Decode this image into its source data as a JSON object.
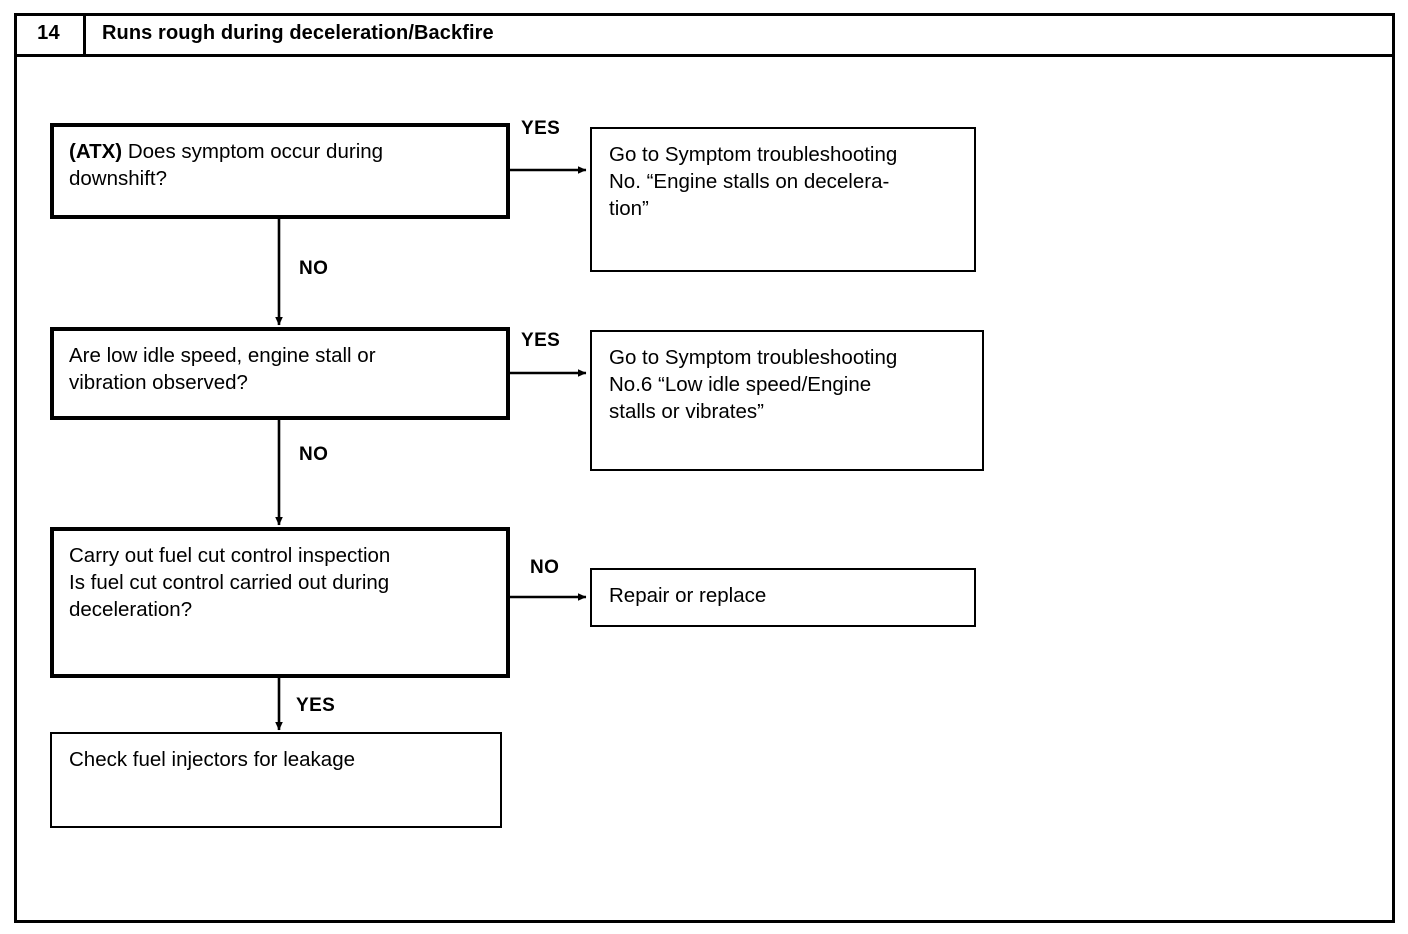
{
  "header": {
    "number": "14",
    "title": "Runs rough during deceleration/Backfire"
  },
  "flowchart": {
    "type": "decision-flowchart",
    "nodes": [
      {
        "id": "q1",
        "kind": "decision",
        "text_prefix_bold": "(ATX)",
        "text": "(ATX) Does symptom occur during downshift?",
        "text_plain": " Does symptom occur during\ndownshift?"
      },
      {
        "id": "r1",
        "kind": "action",
        "text": "Go to Symptom troubleshooting\nNo. “Engine stalls on decelera-\ntion”"
      },
      {
        "id": "q2",
        "kind": "decision",
        "text": "Are low idle speed, engine stall or\nvibration observed?"
      },
      {
        "id": "r2",
        "kind": "action",
        "text": "Go to Symptom troubleshooting\nNo.6 “Low idle speed/Engine\nstalls or vibrates”"
      },
      {
        "id": "q3",
        "kind": "decision",
        "text": "Carry out fuel cut control inspection\nIs fuel cut control carried out during\ndeceleration?"
      },
      {
        "id": "r3",
        "kind": "action",
        "text": "Repair or replace"
      },
      {
        "id": "end",
        "kind": "action",
        "text": "Check fuel injectors for leakage"
      }
    ],
    "edges": [
      {
        "from": "q1",
        "to": "r1",
        "label": "YES"
      },
      {
        "from": "q1",
        "to": "q2",
        "label": "NO"
      },
      {
        "from": "q2",
        "to": "r2",
        "label": "YES"
      },
      {
        "from": "q2",
        "to": "q3",
        "label": "NO"
      },
      {
        "from": "q3",
        "to": "r3",
        "label": "NO"
      },
      {
        "from": "q3",
        "to": "end",
        "label": "YES"
      }
    ]
  },
  "colors": {
    "ink": "#000000",
    "paper": "#ffffff"
  }
}
